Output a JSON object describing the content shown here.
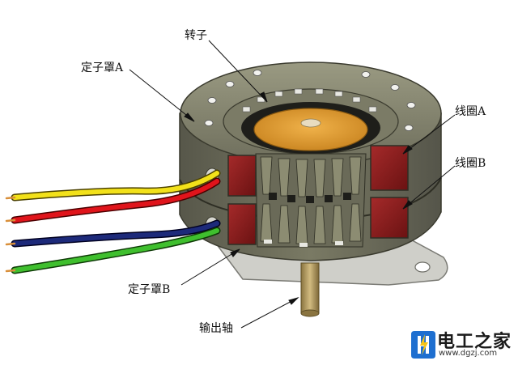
{
  "labels": {
    "rotor": "转子",
    "stator_cap_a": "定子罩A",
    "coil_a": "线圈A",
    "coil_b": "线圈B",
    "stator_cap_b": "定子罩B",
    "output_shaft": "输出轴"
  },
  "watermark": {
    "name": "电工之家",
    "url": "www.dgzj.com",
    "logo_icon": "lightning-h-logo-icon"
  },
  "colors": {
    "housing": "#6b6b55",
    "housing_dark": "#4a4a3a",
    "housing_light": "#8c8c72",
    "coil": "#8a1d1d",
    "rotor": "#e29a2e",
    "plate": "#c9c9c4",
    "shaft": "#b39a5c",
    "wire_yellow": "#f2e11a",
    "wire_red": "#e0141b",
    "wire_navy": "#1d2a7a",
    "wire_green": "#3fbf2e",
    "logo_blue": "#1e6fd0"
  }
}
